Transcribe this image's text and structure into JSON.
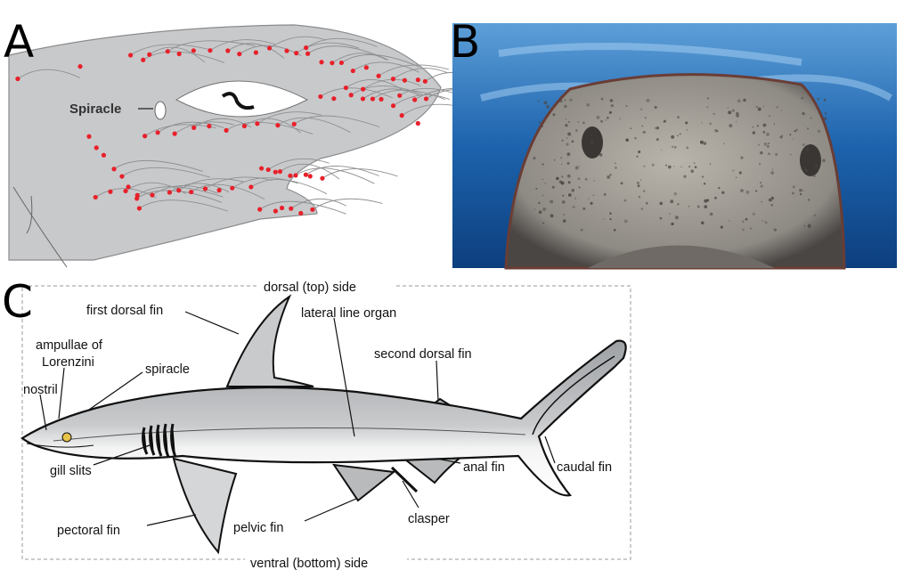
{
  "panels": {
    "a": {
      "letter": "A",
      "spiracle_label": "Spiracle"
    },
    "b": {
      "letter": "B"
    },
    "c": {
      "letter": "C",
      "labels": {
        "dorsal_side": "dorsal (top) side",
        "first_dorsal_fin": "first dorsal fin",
        "lateral_line_organ": "lateral line organ",
        "ampullae_line1": "ampullae of",
        "ampullae_line2": "Lorenzini",
        "spiracle": "spiracle",
        "second_dorsal_fin": "second dorsal fin",
        "nostril": "nostril",
        "caudal_fin": "caudal fin",
        "gill_slits": "gill slits",
        "anal_fin": "anal fin",
        "clasper": "clasper",
        "pectoral_fin": "pectoral fin",
        "pelvic_fin": "pelvic fin",
        "ventral_side": "ventral (bottom) side"
      }
    }
  },
  "colors": {
    "ampullae_dots": "#e8202a",
    "shark_gray": "#bdbfc1",
    "water": "#1a5fa8"
  }
}
